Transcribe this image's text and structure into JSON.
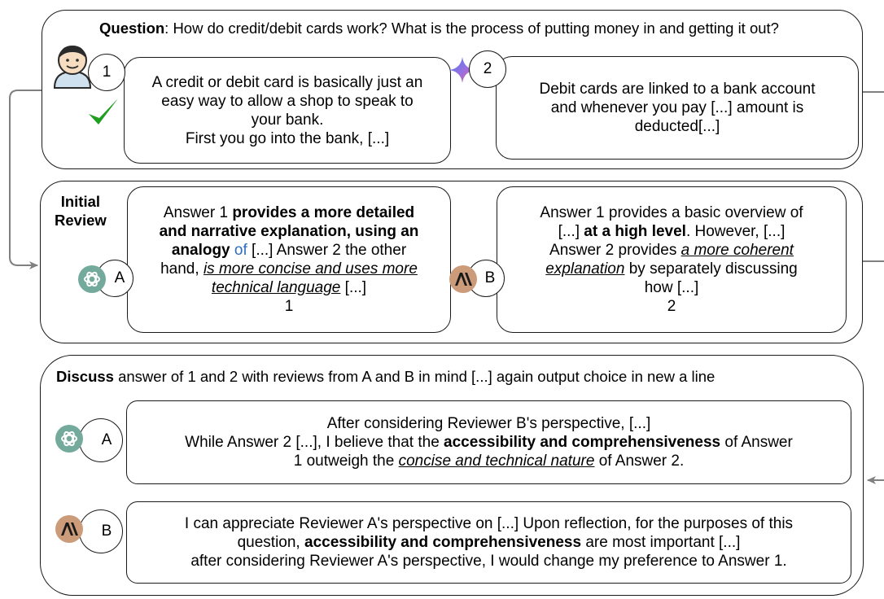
{
  "question": {
    "label": "Question",
    "text": ": How do credit/debit cards work? What is the process of putting money in and getting it out?"
  },
  "answers": {
    "a1_id": "1",
    "a1_lines": [
      "A credit or debit card is basically just an",
      "easy way to allow a shop to speak to",
      "your bank.",
      "First you go into the bank, [...]"
    ],
    "a2_id": "2",
    "a2_lines": [
      "Debit cards are linked to a bank account",
      "and whenever you pay [...] amount is",
      "deducted[...]"
    ]
  },
  "review": {
    "label_line1": "Initial",
    "label_line2": "Review",
    "a_id": "A",
    "a_l1": "Answer 1 ",
    "a_l1b": "provides a more detailed",
    "a_l2b": "and narrative explanation, using an",
    "a_l3b": "analogy",
    "a_l3c": " of",
    "a_l3d": " [...] Answer 2  the other",
    "a_l4a": "hand, ",
    "a_l4u": "is more concise and uses more",
    "a_l5u": "technical language",
    "a_l5b": " [...]",
    "a_choice": "1",
    "b_id": "B",
    "b_l1": "Answer 1 provides a basic overview of",
    "b_l2a": "[...] ",
    "b_l2b": "at a high level",
    "b_l2c": ". However, [...]",
    "b_l3a": "Answer 2 provides ",
    "b_l3u": "a more coherent",
    "b_l4u": "explanation",
    "b_l4b": " by separately discussing",
    "b_l5": "how [...]",
    "b_choice": "2"
  },
  "discuss": {
    "label": "Discuss",
    "text": " answer of 1 and 2 with reviews from A and B in mind [...] again output choice in new a line",
    "a_id": "A",
    "a_l1": "After considering Reviewer B's perspective, [...]",
    "a_l2a": "While Answer 2 [...], I believe that the ",
    "a_l2b": "accessibility and comprehensiveness",
    "a_l2c": " of Answer",
    "a_l3a": "1 outweigh the ",
    "a_l3u": "concise and technical nature",
    "a_l3c": " of Answer 2.",
    "b_id": "B",
    "b_l1": "I can appreciate Reviewer A's perspective on [...] Upon reflection, for the purposes of this",
    "b_l2a": "question, ",
    "b_l2b": "accessibility and comprehensiveness",
    "b_l2c": " are most important [...]",
    "b_l3": "after considering Reviewer A's perspective, I would change my preference to Answer 1."
  },
  "colors": {
    "checkmark": "#1f9e1f",
    "gpt_green": "#74aa9c",
    "claude_tan": "#cc9b7a",
    "arrow_gray": "#808080",
    "analogy_blue": "#2f6fbd"
  },
  "icons": [
    "user-avatar-icon",
    "checkmark-icon",
    "gemini-sparkle-icon",
    "openai-logo-icon",
    "anthropic-logo-icon"
  ]
}
